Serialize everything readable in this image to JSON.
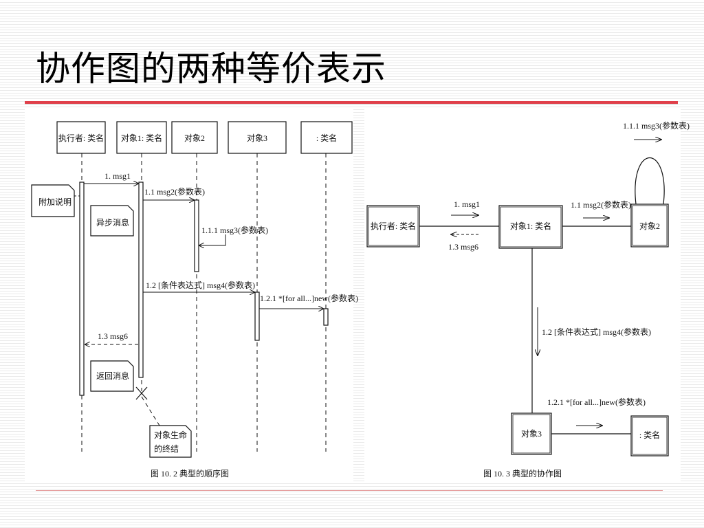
{
  "title": "协作图的两种等价表示",
  "sequence": {
    "actor": "执行者: 类名",
    "obj1": "对象1: 类名",
    "obj2": "对象2",
    "obj3": "对象3",
    "obj4": ": 类名",
    "note_extra": "附加说明",
    "note_async": "异步消息",
    "note_return": "返回消息",
    "note_end_1": "对象生命",
    "note_end_2": "的终结",
    "msg1": "1. msg1",
    "msg2": "1.1 msg2(参数表)",
    "msg3": "1.1.1 msg3(参数表)",
    "msg4": "1.2 [条件表达式] msg4(参数表)",
    "msg5": "1.2.1 *[for all...]new(参数表)",
    "msg6": "1.3 msg6",
    "caption": "图 10. 2    典型的顺序图"
  },
  "collab": {
    "actor": "执行者: 类名",
    "obj1": "对象1: 类名",
    "obj2": "对象2",
    "obj3": "对象3",
    "obj4": ": 类名",
    "msg1": "1. msg1",
    "msg6": "1.3 msg6",
    "msg2": "1.1 msg2(参数表)",
    "msg3": "1.1.1 msg3(参数表)",
    "msg4": "1.2 [条件表达式] msg4(参数表)",
    "msg5": "1.2.1 *[for all...]new(参数表)",
    "caption": "图 10. 3    典型的协作图"
  }
}
